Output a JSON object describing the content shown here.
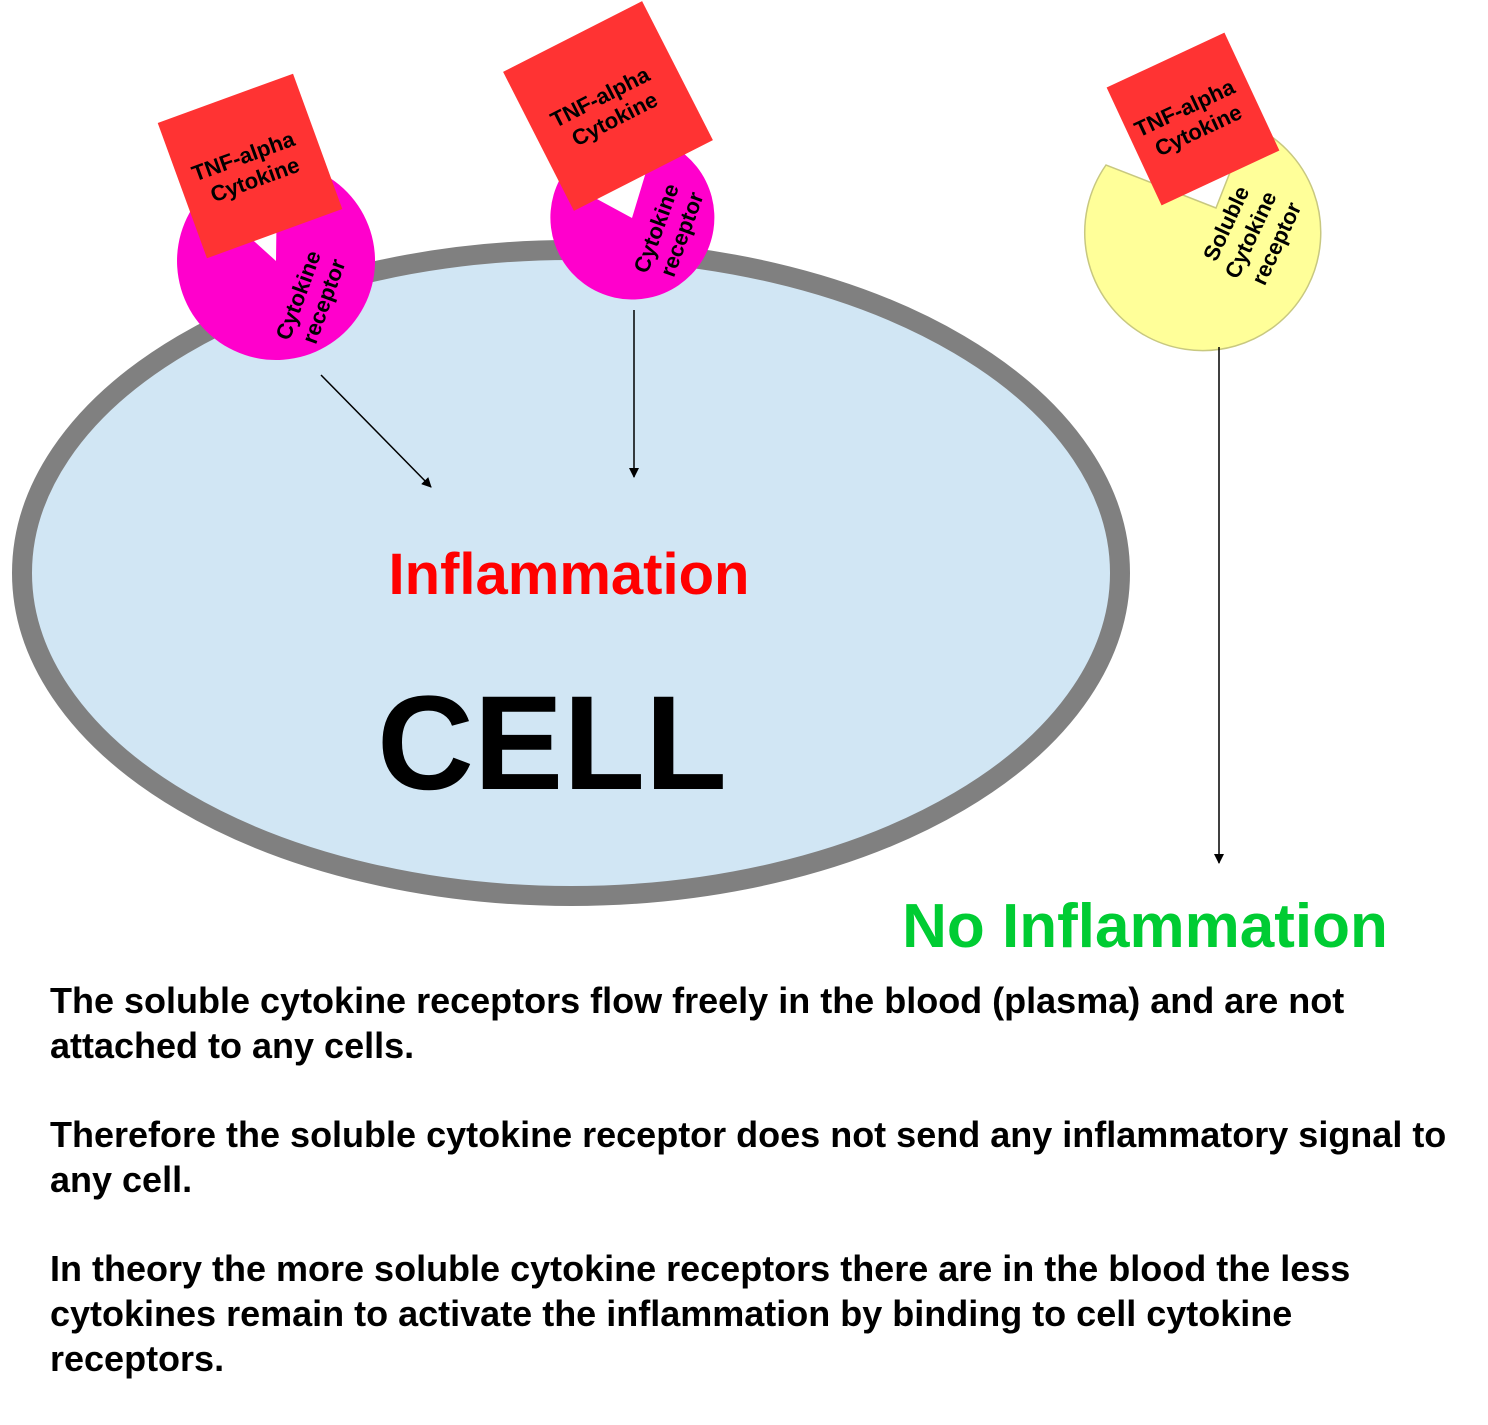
{
  "colors": {
    "cell_fill": "#d1e6f4",
    "cell_border": "#808080",
    "cytokine": "#ff3333",
    "receptor": "#ff00cc",
    "soluble_receptor": "#ffff99",
    "inflammation": "#ff0000",
    "no_inflammation": "#00cc33"
  },
  "diagram": {
    "cell_label": "CELL",
    "inflammation_label": "Inflammation",
    "no_inflammation_label": "No Inflammation",
    "cytokine_line1": "TNF-alpha",
    "cytokine_line2": "Cytokine",
    "receptor_line1": "Cytokine",
    "receptor_line2": "receptor",
    "soluble_line1": "Soluble",
    "soluble_line2": "Cytokine",
    "soluble_line3": "receptor"
  },
  "caption": {
    "p1": "The soluble cytokine receptors flow freely in the blood (plasma) and are not attached to any cells.",
    "p2": "Therefore the soluble cytokine receptor does not send any inflammatory signal to any cell.",
    "p3": "In theory the more soluble cytokine receptors there are in the blood the less cytokines remain to activate the inflammation by binding to cell cytokine receptors."
  }
}
